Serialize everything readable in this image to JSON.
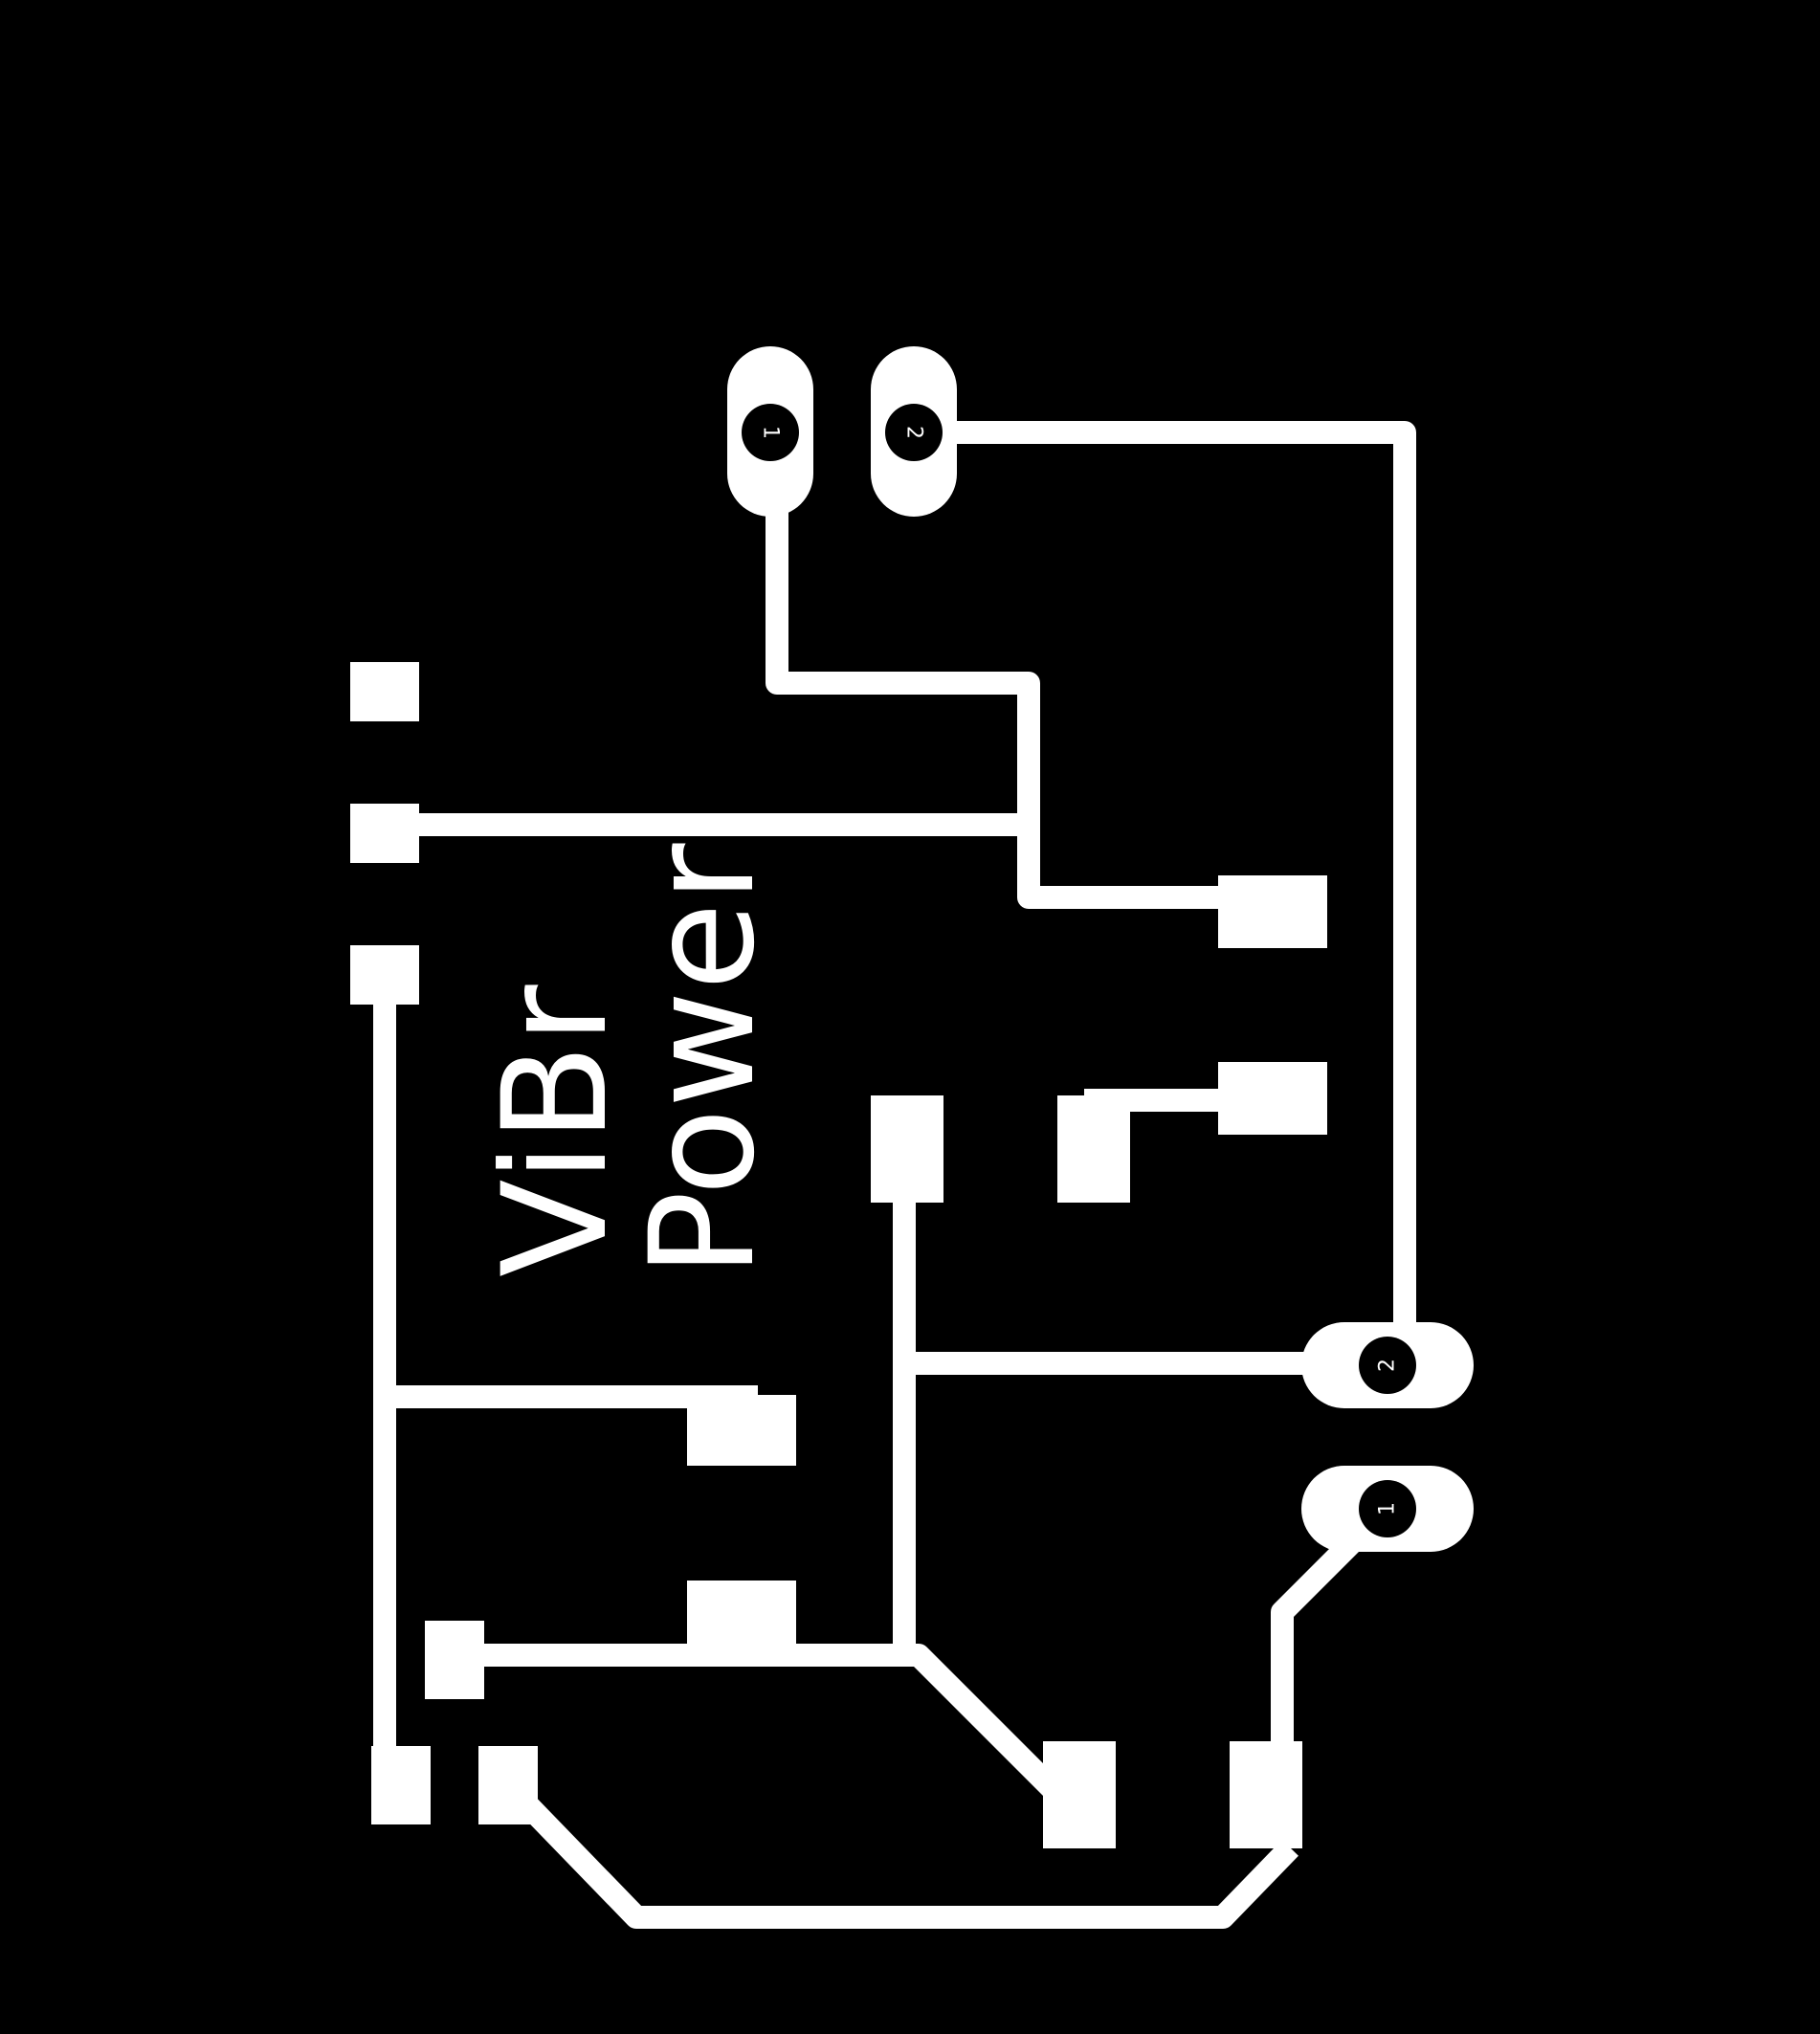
{
  "board": {
    "background_color": "#000000",
    "copper_color": "#ffffff"
  },
  "labels": {
    "line1": "ViBr",
    "line2": "Power"
  },
  "connectors": {
    "top": {
      "pin1": "1",
      "pin2": "2"
    },
    "bottom": {
      "pin1": "1",
      "pin2": "2"
    }
  }
}
